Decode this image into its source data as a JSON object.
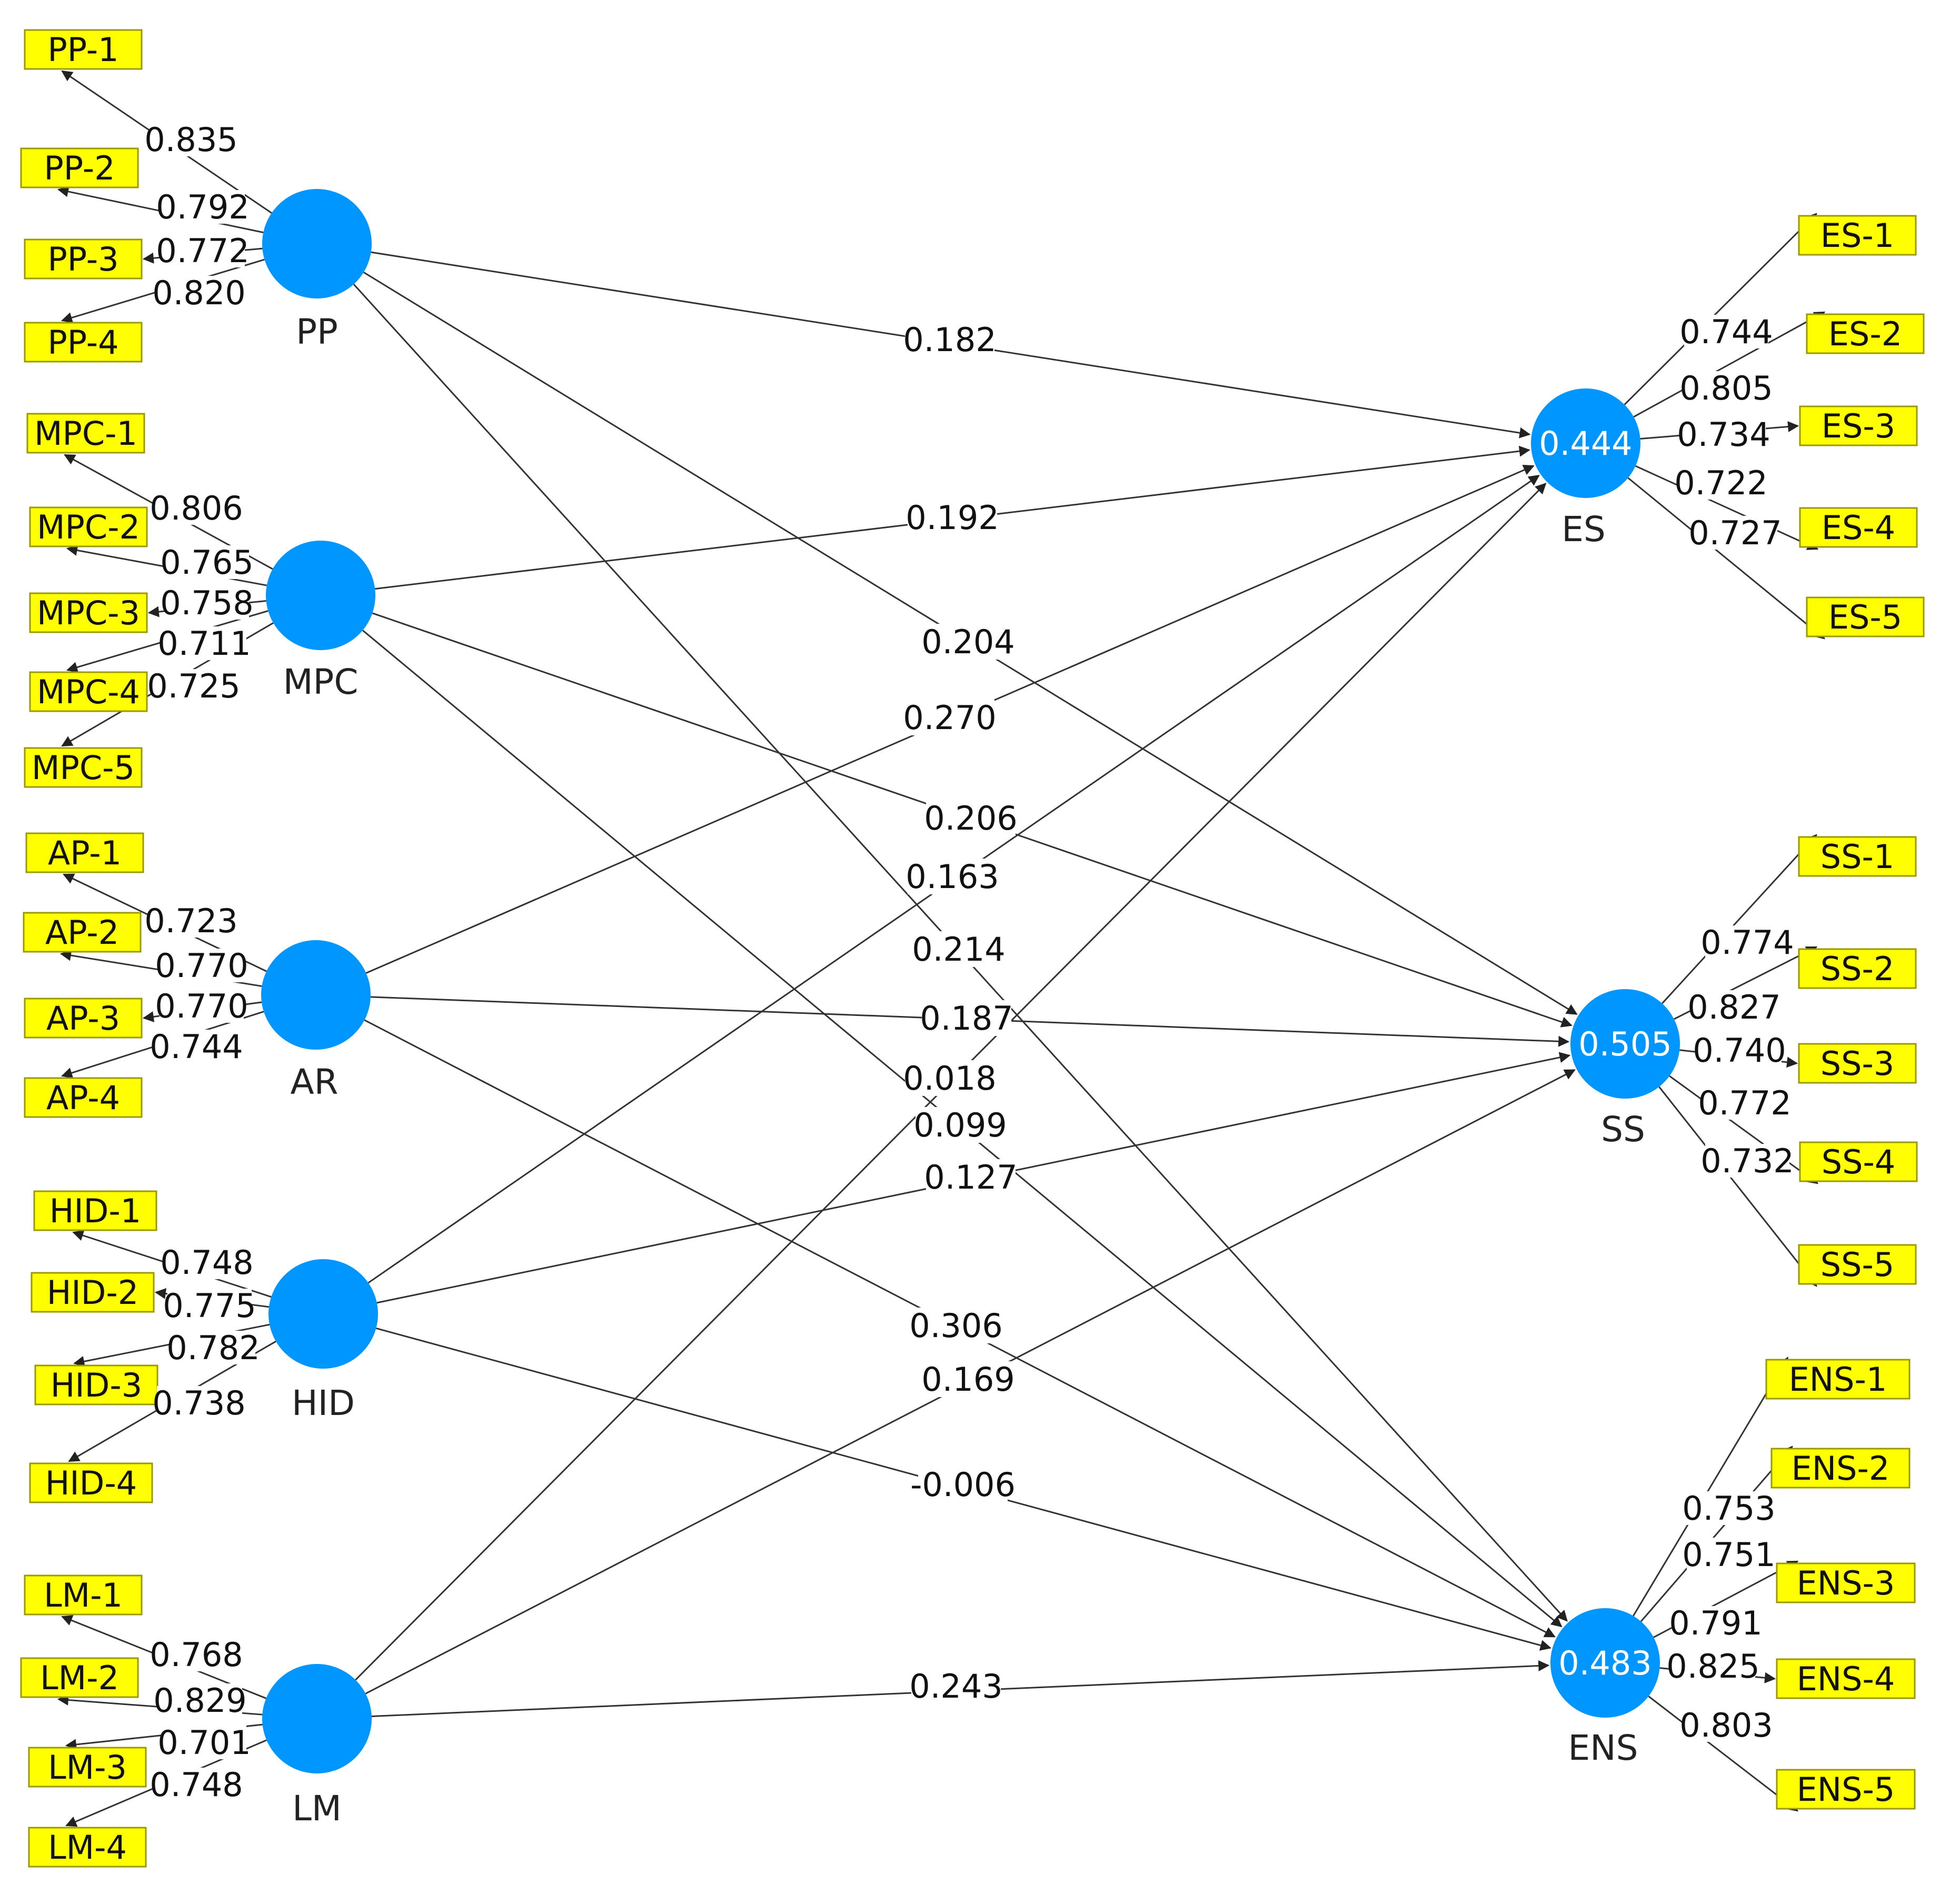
{
  "constructs": [
    {
      "id": "PP",
      "label": "PP",
      "r2": ""
    },
    {
      "id": "MPC",
      "label": "MPC",
      "r2": ""
    },
    {
      "id": "AR",
      "label": "AR",
      "r2": ""
    },
    {
      "id": "HID",
      "label": "HID",
      "r2": ""
    },
    {
      "id": "LM",
      "label": "LM",
      "r2": ""
    },
    {
      "id": "ES",
      "label": "ES",
      "r2": "0.444"
    },
    {
      "id": "SS",
      "label": "SS",
      "r2": "0.505"
    },
    {
      "id": "ENS",
      "label": "ENS",
      "r2": "0.483"
    }
  ],
  "indicators": [
    {
      "construct": "PP",
      "label": "PP-1",
      "loading": "0.835"
    },
    {
      "construct": "PP",
      "label": "PP-2",
      "loading": "0.792"
    },
    {
      "construct": "PP",
      "label": "PP-3",
      "loading": "0.772"
    },
    {
      "construct": "PP",
      "label": "PP-4",
      "loading": "0.820"
    },
    {
      "construct": "MPC",
      "label": "MPC-1",
      "loading": "0.806"
    },
    {
      "construct": "MPC",
      "label": "MPC-2",
      "loading": "0.765"
    },
    {
      "construct": "MPC",
      "label": "MPC-3",
      "loading": "0.758"
    },
    {
      "construct": "MPC",
      "label": "MPC-4",
      "loading": "0.711"
    },
    {
      "construct": "MPC",
      "label": "MPC-5",
      "loading": "0.725"
    },
    {
      "construct": "AR",
      "label": "AP-1",
      "loading": "0.723"
    },
    {
      "construct": "AR",
      "label": "AP-2",
      "loading": "0.770"
    },
    {
      "construct": "AR",
      "label": "AP-3",
      "loading": "0.770"
    },
    {
      "construct": "AR",
      "label": "AP-4",
      "loading": "0.744"
    },
    {
      "construct": "HID",
      "label": "HID-1",
      "loading": "0.748"
    },
    {
      "construct": "HID",
      "label": "HID-2",
      "loading": "0.775"
    },
    {
      "construct": "HID",
      "label": "HID-3",
      "loading": "0.782"
    },
    {
      "construct": "HID",
      "label": "HID-4",
      "loading": "0.738"
    },
    {
      "construct": "LM",
      "label": "LM-1",
      "loading": "0.768"
    },
    {
      "construct": "LM",
      "label": "LM-2",
      "loading": "0.829"
    },
    {
      "construct": "LM",
      "label": "LM-3",
      "loading": "0.701"
    },
    {
      "construct": "LM",
      "label": "LM-4",
      "loading": "0.748"
    },
    {
      "construct": "ES",
      "label": "ES-1",
      "loading": "0.744"
    },
    {
      "construct": "ES",
      "label": "ES-2",
      "loading": "0.805"
    },
    {
      "construct": "ES",
      "label": "ES-3",
      "loading": "0.734"
    },
    {
      "construct": "ES",
      "label": "ES-4",
      "loading": "0.722"
    },
    {
      "construct": "ES",
      "label": "ES-5",
      "loading": "0.727"
    },
    {
      "construct": "SS",
      "label": "SS-1",
      "loading": "0.774"
    },
    {
      "construct": "SS",
      "label": "SS-2",
      "loading": "0.827"
    },
    {
      "construct": "SS",
      "label": "SS-3",
      "loading": "0.740"
    },
    {
      "construct": "SS",
      "label": "SS-4",
      "loading": "0.772"
    },
    {
      "construct": "SS",
      "label": "SS-5",
      "loading": "0.732"
    },
    {
      "construct": "ENS",
      "label": "ENS-1",
      "loading": "0.753"
    },
    {
      "construct": "ENS",
      "label": "ENS-2",
      "loading": "0.751"
    },
    {
      "construct": "ENS",
      "label": "ENS-3",
      "loading": "0.791"
    },
    {
      "construct": "ENS",
      "label": "ENS-4",
      "loading": "0.825"
    },
    {
      "construct": "ENS",
      "label": "ENS-5",
      "loading": "0.803"
    }
  ],
  "paths": [
    {
      "from": "PP",
      "to": "ES",
      "coefficient": "0.182"
    },
    {
      "from": "MPC",
      "to": "ES",
      "coefficient": "0.192"
    },
    {
      "from": "PP",
      "to": "SS",
      "coefficient": "0.204"
    },
    {
      "from": "AR",
      "to": "ES",
      "coefficient": "0.270"
    },
    {
      "from": "MPC",
      "to": "SS",
      "coefficient": "0.206"
    },
    {
      "from": "HID",
      "to": "ES",
      "coefficient": "0.163"
    },
    {
      "from": "PP",
      "to": "ENS",
      "coefficient": "0.214"
    },
    {
      "from": "AR",
      "to": "SS",
      "coefficient": "0.187"
    },
    {
      "from": "MPC",
      "to": "ENS",
      "coefficient": "0.018"
    },
    {
      "from": "LM",
      "to": "ES",
      "coefficient": "0.099"
    },
    {
      "from": "HID",
      "to": "SS",
      "coefficient": "0.127"
    },
    {
      "from": "AR",
      "to": "ENS",
      "coefficient": "0.306"
    },
    {
      "from": "LM",
      "to": "SS",
      "coefficient": "0.169"
    },
    {
      "from": "HID",
      "to": "ENS",
      "coefficient": "-0.006"
    },
    {
      "from": "LM",
      "to": "ENS",
      "coefficient": "0.243"
    }
  ],
  "colors": {
    "node": "#0096ff",
    "indicator_fill": "#ffff00",
    "line": "#333333"
  }
}
